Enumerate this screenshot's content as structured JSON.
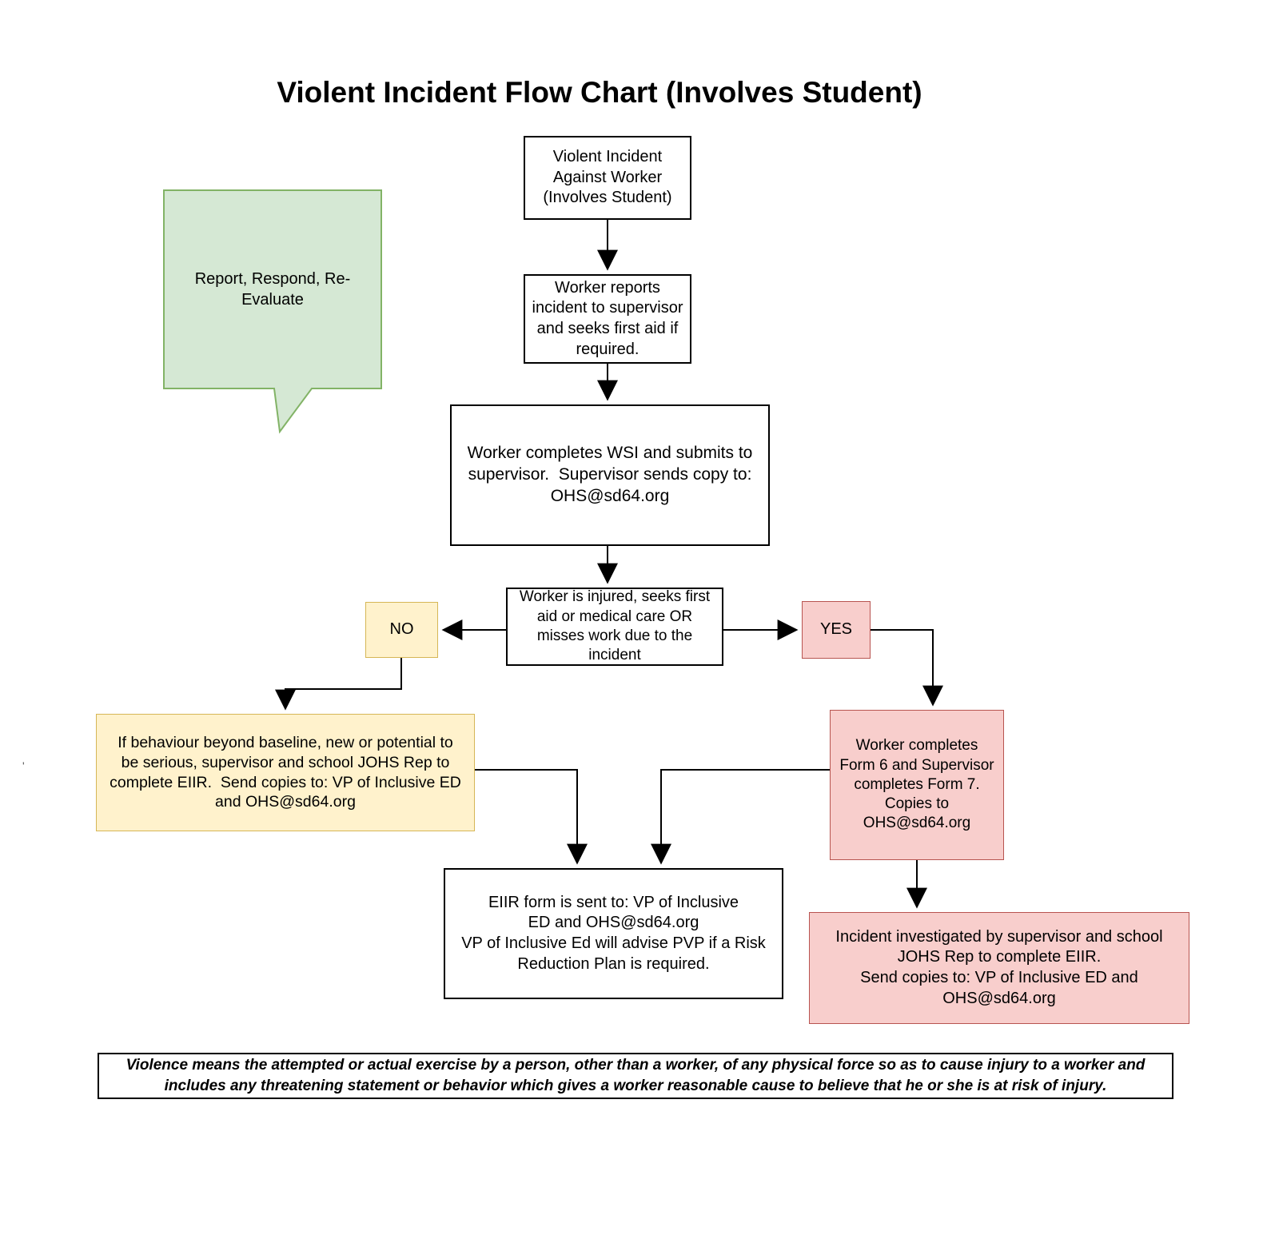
{
  "title": "Violent Incident Flow Chart (Involves Student)",
  "palette": {
    "callout_fill": "#d5e8d4",
    "callout_stroke": "#82b366",
    "no_fill": "#fff2cc",
    "no_stroke": "#d6b656",
    "yes_fill": "#f8cecc",
    "yes_stroke": "#b85450",
    "plain_fill": "#ffffff",
    "line_color": "#000000"
  },
  "callout": {
    "text": "Report, Respond, Re-\nEvaluate"
  },
  "nodes": {
    "start": {
      "text": "Violent Incident\nAgainst Worker\n(Involves Student)"
    },
    "report": {
      "text": "Worker reports\nincident to supervisor\nand seeks first aid if\nrequired."
    },
    "wsi": {
      "text": "Worker completes WSI and submits to\nsupervisor.  Supervisor sends copy to:\nOHS@sd64.org"
    },
    "decision": {
      "text": "Worker is injured, seeks first\naid or medical care OR\nmisses work due to the\nincident"
    },
    "no": {
      "text": "NO"
    },
    "yes": {
      "text": "YES"
    },
    "eiir_no": {
      "text": "If behaviour beyond baseline, new or potential to\nbe serious, supervisor and school JOHS Rep to\ncomplete EIIR.  Send copies to: VP of Inclusive ED\nand OHS@sd64.org"
    },
    "form67": {
      "text": "Worker completes\nForm 6 and Supervisor\ncompletes Form 7.\nCopies to\nOHS@sd64.org"
    },
    "eiir_sent": {
      "text": "EIIR form is sent to: VP of Inclusive\nED and OHS@sd64.org\nVP of Inclusive Ed will advise PVP if a Risk\nReduction Plan is required."
    },
    "invest": {
      "text": "Incident investigated by supervisor and school\nJOHS Rep to complete EIIR.\nSend copies to: VP of Inclusive ED and\nOHS@sd64.org"
    }
  },
  "edges": [
    {
      "from": "start",
      "to": "report"
    },
    {
      "from": "report",
      "to": "wsi"
    },
    {
      "from": "wsi",
      "to": "decision"
    },
    {
      "from": "decision",
      "to": "no"
    },
    {
      "from": "decision",
      "to": "yes"
    },
    {
      "from": "no",
      "to": "eiir_no"
    },
    {
      "from": "yes",
      "to": "form67"
    },
    {
      "from": "eiir_no",
      "to": "eiir_sent"
    },
    {
      "from": "form67",
      "to": "eiir_sent"
    },
    {
      "from": "form67",
      "to": "invest"
    }
  ],
  "footer": "Violence means the attempted or actual exercise by a person, other than a worker, of any physical force so as to cause injury to a worker and\nincludes any threatening statement or behavior which gives a worker reasonable cause to believe that he or she is at risk of injury.",
  "stray_mark": "'"
}
